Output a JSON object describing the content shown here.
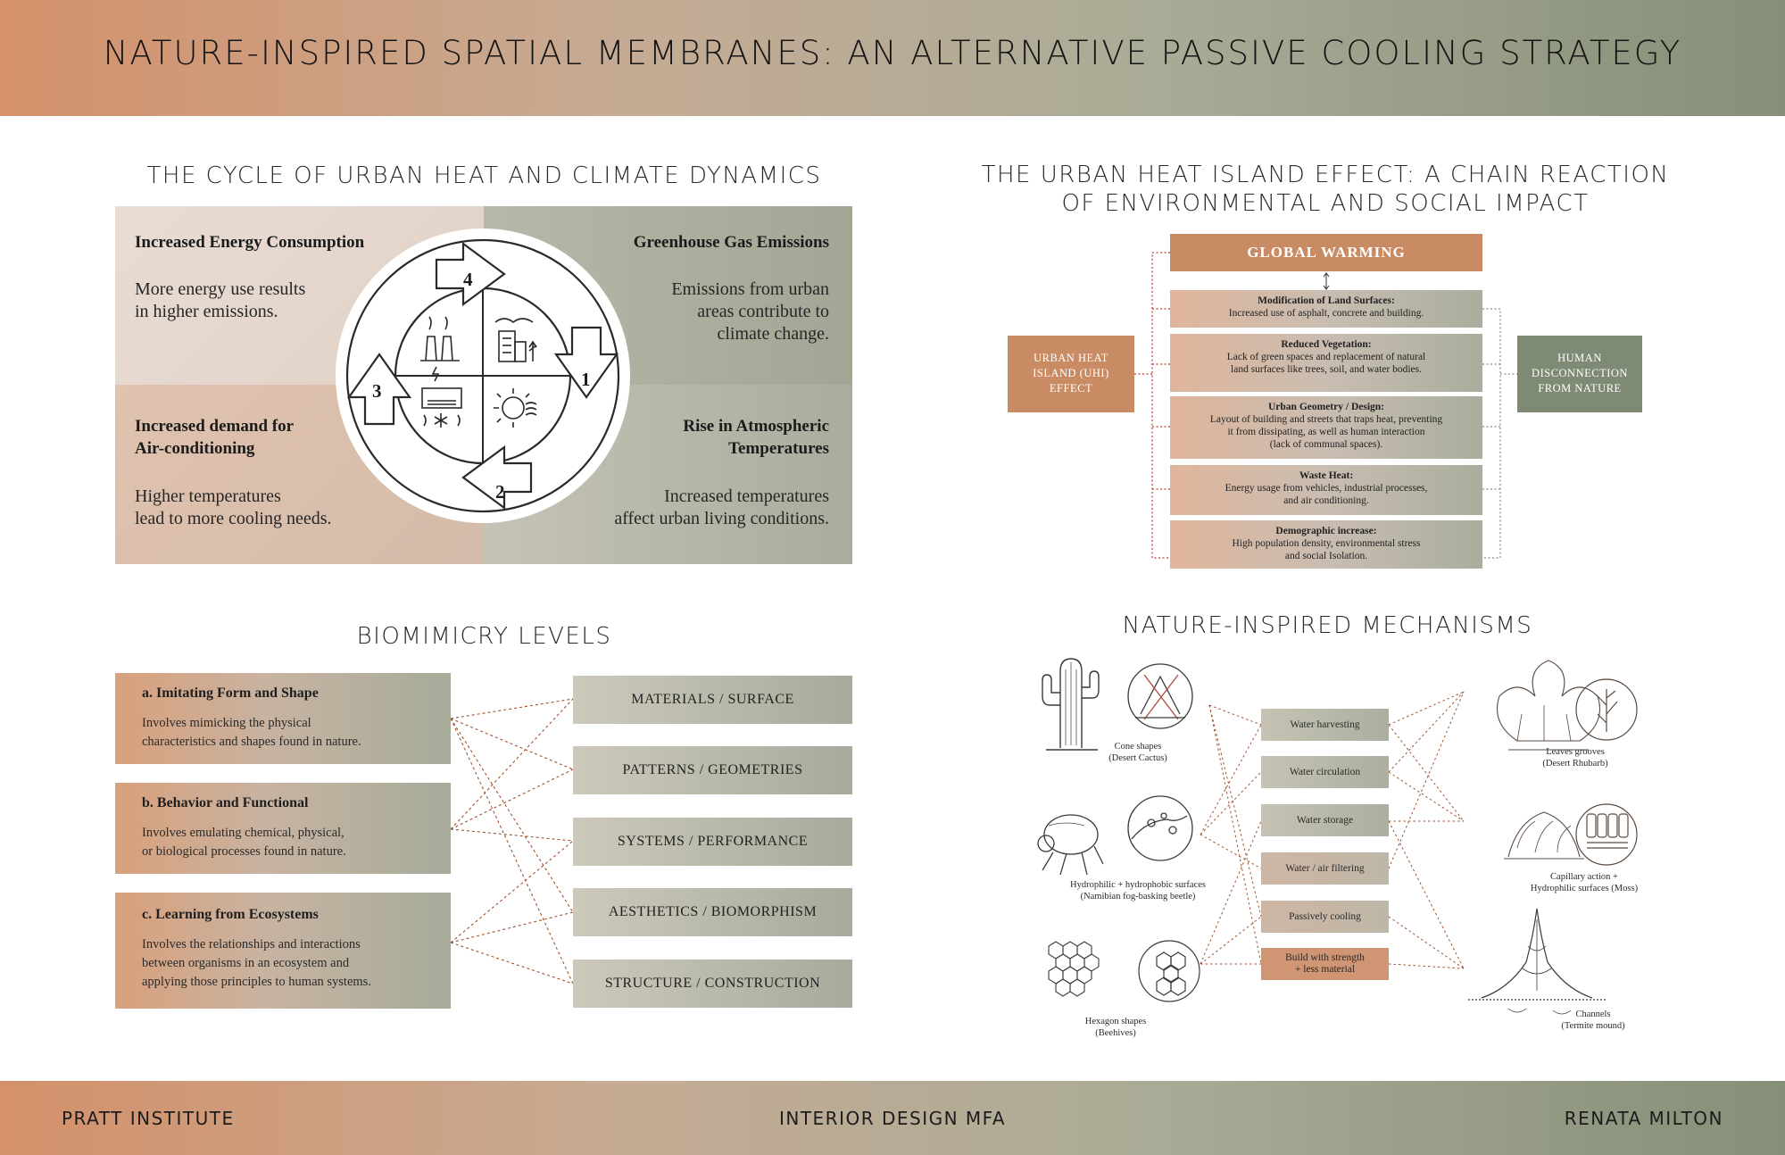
{
  "header": {
    "title": "NATURE-INSPIRED SPATIAL MEMBRANES: AN ALTERNATIVE PASSIVE COOLING STRATEGY"
  },
  "footer": {
    "left": "PRATT INSTITUTE",
    "center": "INTERIOR DESIGN MFA",
    "right": "RENATA MILTON"
  },
  "cycle": {
    "title": "THE CYCLE OF URBAN HEAT AND CLIMATE DYNAMICS",
    "quadrants": [
      {
        "title": "Increased Energy Consumption",
        "desc": [
          "More energy use results",
          "in higher emissions."
        ]
      },
      {
        "title": "Greenhouse Gas Emissions",
        "desc": [
          "Emissions from urban",
          "areas contribute to",
          "climate change."
        ]
      },
      {
        "title": [
          "Increased demand for",
          "Air-conditioning"
        ],
        "desc": [
          "Higher temperatures",
          "lead to more cooling needs."
        ]
      },
      {
        "title": [
          "Rise in Atmospheric",
          "Temperatures"
        ],
        "desc": [
          "Increased temperatures",
          "affect urban living conditions."
        ]
      }
    ],
    "steps": [
      "4",
      "1",
      "2",
      "3"
    ],
    "icons": [
      "factory-icon",
      "city-icon",
      "air-conditioner-icon",
      "sun-heat-icon"
    ]
  },
  "uhi": {
    "title_lines": [
      "THE URBAN HEAT ISLAND EFFECT: A CHAIN REACTION",
      "OF ENVIRONMENTAL AND SOCIAL IMPACT"
    ],
    "global_warming": "GLOBAL WARMING",
    "left_box": [
      "URBAN HEAT",
      "ISLAND (UHI)",
      "EFFECT"
    ],
    "right_box": [
      "HUMAN",
      "DISCONNECTION",
      "FROM NATURE"
    ],
    "items": [
      {
        "title": "Modification of Land Surfaces:",
        "lines": [
          "Increased use of asphalt, concrete and building."
        ]
      },
      {
        "title": "Reduced Vegetation:",
        "lines": [
          "Lack of green spaces and replacement of natural",
          "land surfaces like trees, soil, and water bodies."
        ]
      },
      {
        "title": "Urban Geometry / Design:",
        "lines": [
          "Layout of building and streets that traps heat, preventing",
          "it from dissipating, as well as human interaction",
          "(lack of communal spaces)."
        ]
      },
      {
        "title": "Waste Heat:",
        "lines": [
          "Energy usage from vehicles, industrial processes,",
          "and air conditioning."
        ]
      },
      {
        "title": "Demographic increase:",
        "lines": [
          "High population density, environmental stress",
          "and social Isolation."
        ]
      }
    ]
  },
  "biomimicry": {
    "title": "BIOMIMICRY LEVELS",
    "levels": [
      {
        "title": "a. Imitating Form and Shape",
        "lines": [
          "Involves mimicking the physical",
          "characteristics and shapes found in nature."
        ]
      },
      {
        "title": "b. Behavior and Functional",
        "lines": [
          "Involves emulating chemical, physical,",
          "or biological processes found in nature."
        ]
      },
      {
        "title": "c. Learning from Ecosystems",
        "lines": [
          "Involves the relationships and interactions",
          "between organisms in an ecosystem and",
          "applying those principles to human systems."
        ]
      }
    ],
    "categories": [
      "MATERIALS / SURFACE",
      "PATTERNS / GEOMETRIES",
      "SYSTEMS / PERFORMANCE",
      "AESTHETICS / BIOMORPHISM",
      "STRUCTURE / CONSTRUCTION"
    ]
  },
  "mechanisms": {
    "title": "NATURE-INSPIRED MECHANISMS",
    "items": [
      [
        "Water harvesting"
      ],
      [
        "Water circulation"
      ],
      [
        "Water storage"
      ],
      [
        "Water / air filtering"
      ],
      [
        "Passively cooling"
      ],
      [
        "Build with strength",
        "+ less material"
      ]
    ],
    "left_examples": [
      [
        "Cone shapes",
        "(Desert Cactus)"
      ],
      [
        "Hydrophilic + hydrophobic surfaces",
        "(Namibian fog-basking beetle)"
      ],
      [
        "Hexagon shapes",
        "(Beehives)"
      ]
    ],
    "right_examples": [
      [
        "Leaves grooves",
        "(Desert Rhubarb)"
      ],
      [
        "Capillary action +",
        "Hydrophilic surfaces (Moss)"
      ],
      [
        "Channels",
        "(Termite mound)"
      ]
    ]
  }
}
